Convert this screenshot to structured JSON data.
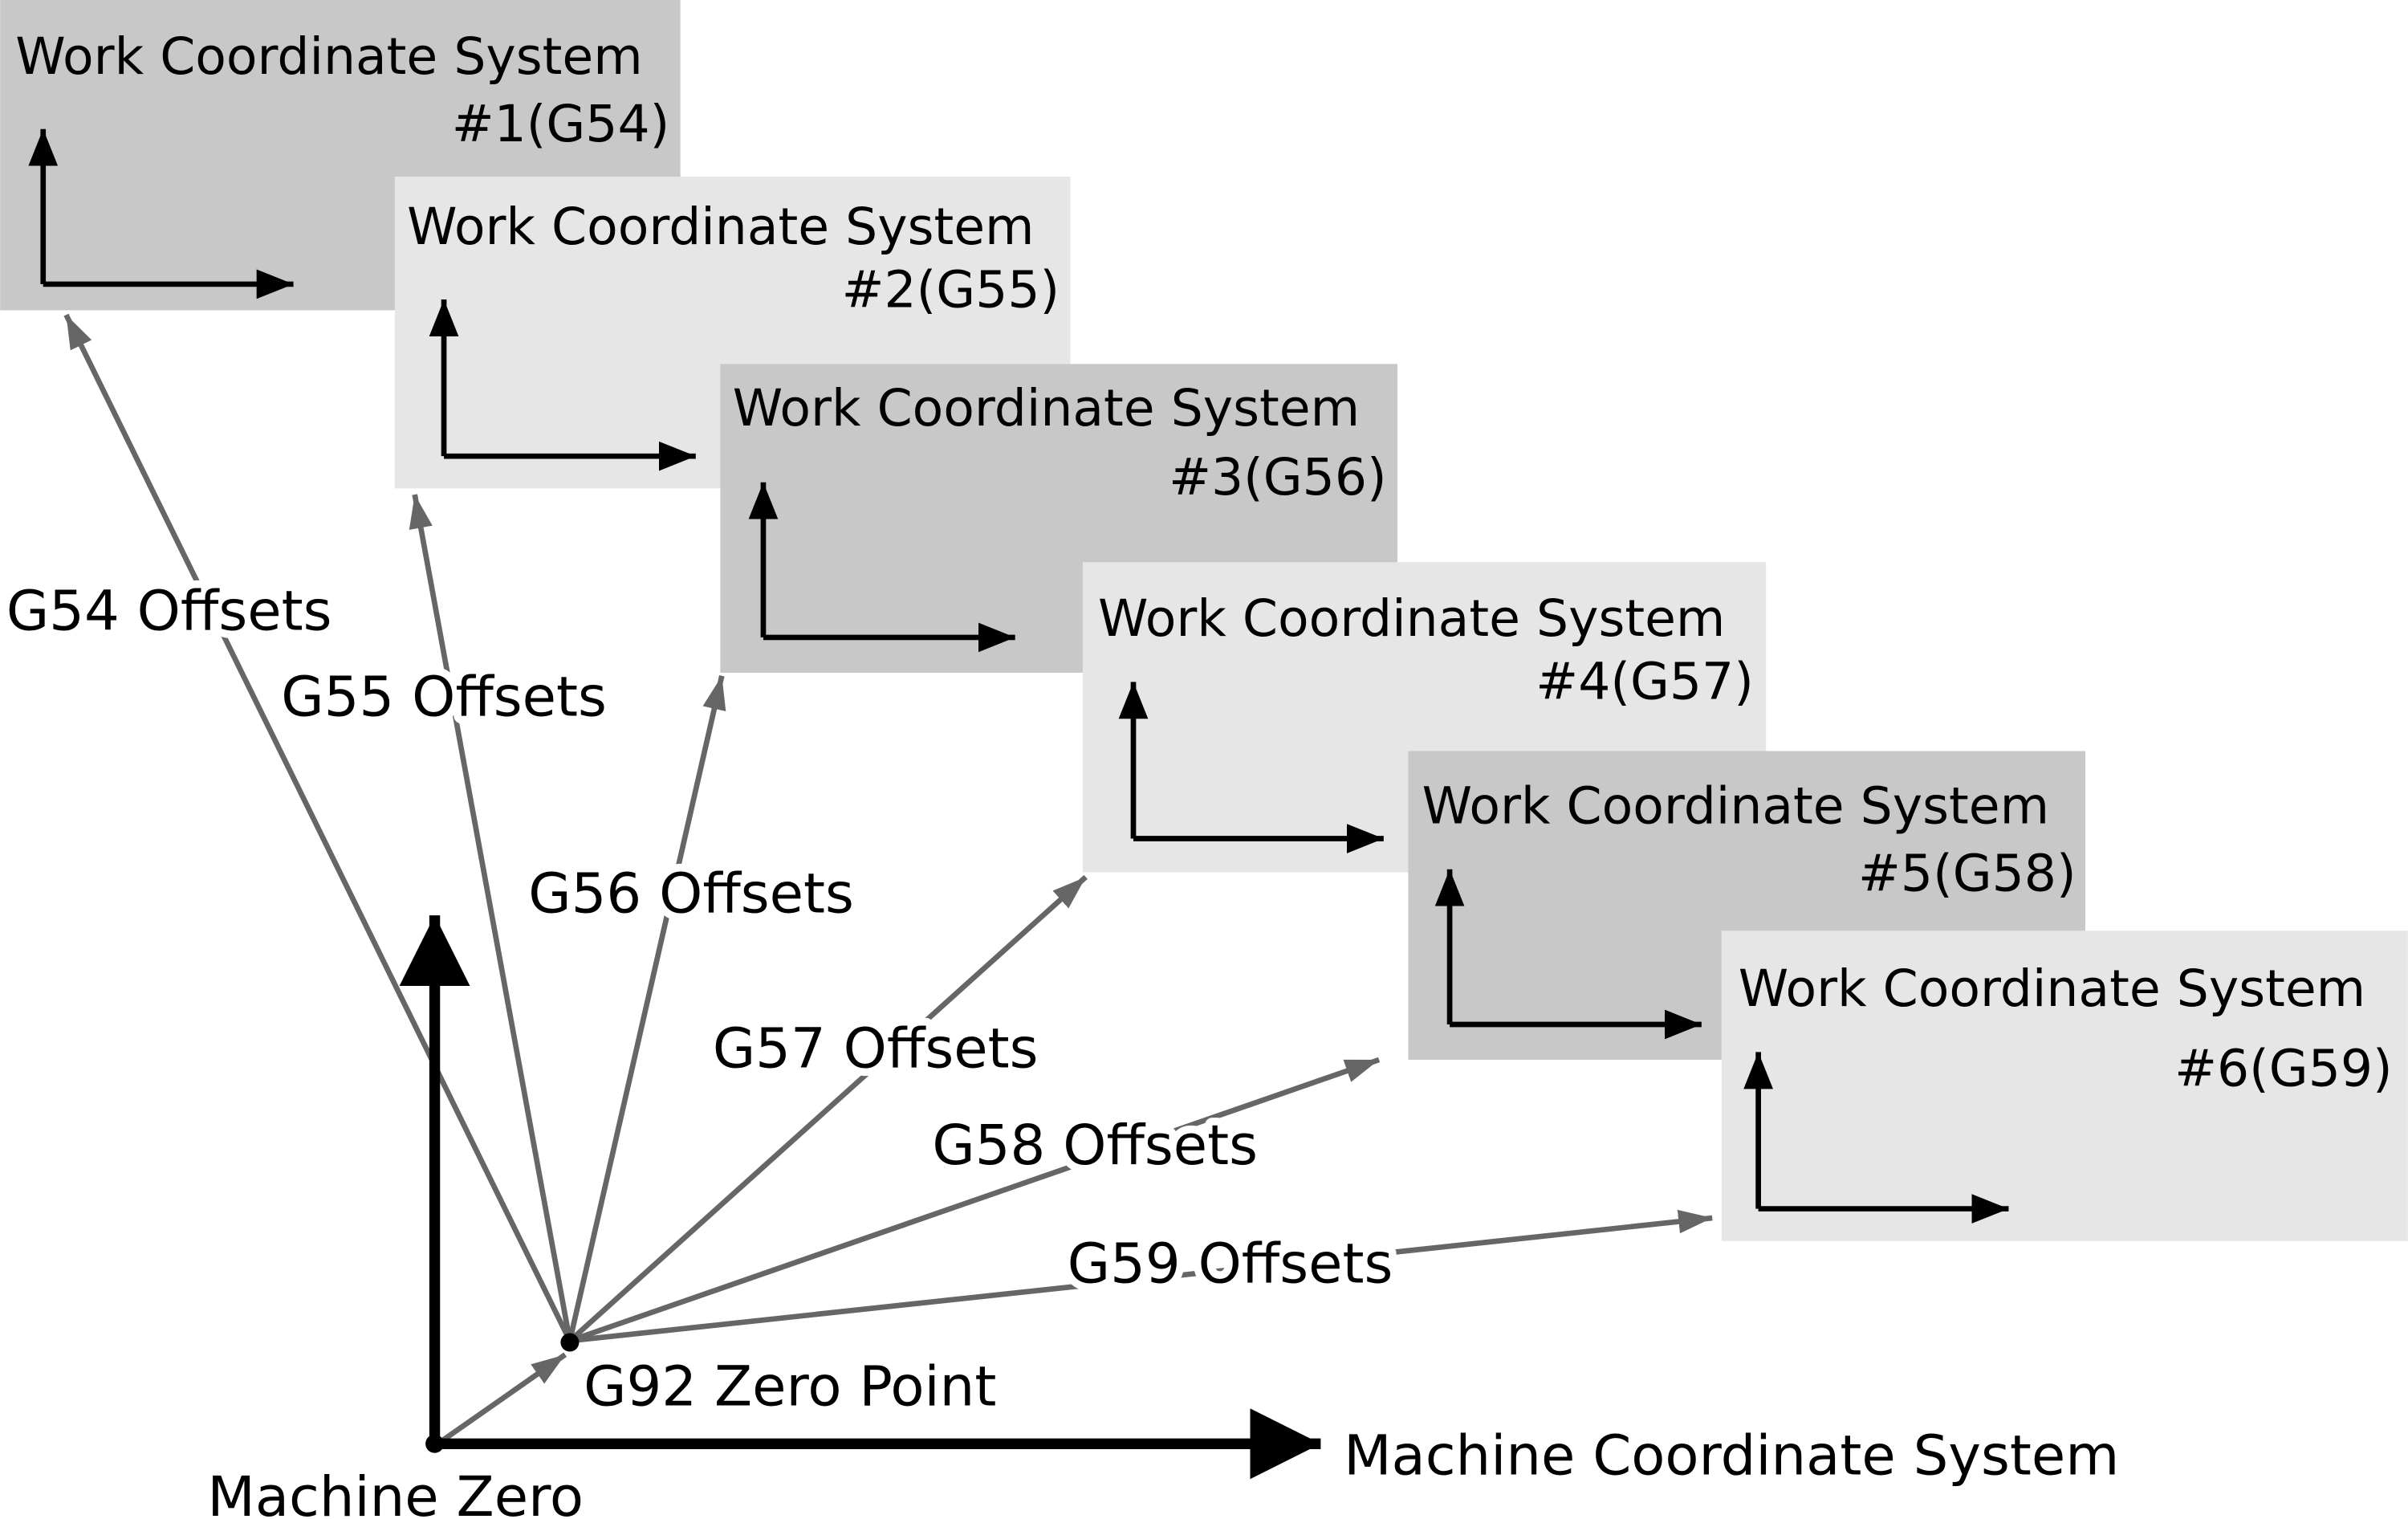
{
  "colors": {
    "box_dark": "#c8c8c8",
    "box_light": "#e6e6e6",
    "offset_arrow": "#666666",
    "axis": "#000000"
  },
  "work_systems": [
    {
      "title": "Work Coordinate System",
      "code": "#1(G54)",
      "offset_label": "G54 Offsets"
    },
    {
      "title": "Work Coordinate System",
      "code": "#2(G55)",
      "offset_label": "G55 Offsets"
    },
    {
      "title": "Work Coordinate System",
      "code": "#3(G56)",
      "offset_label": "G56 Offsets"
    },
    {
      "title": "Work Coordinate System",
      "code": "#4(G57)",
      "offset_label": "G57 Offsets"
    },
    {
      "title": "Work Coordinate System",
      "code": "#5(G58)",
      "offset_label": "G58 Offsets"
    },
    {
      "title": "Work Coordinate System",
      "code": "#6(G59)",
      "offset_label": "G59 Offsets"
    }
  ],
  "g92_label": "G92 Zero Point",
  "machine_coordinate_label": "Machine Coordinate System",
  "machine_zero_label": "Machine Zero"
}
